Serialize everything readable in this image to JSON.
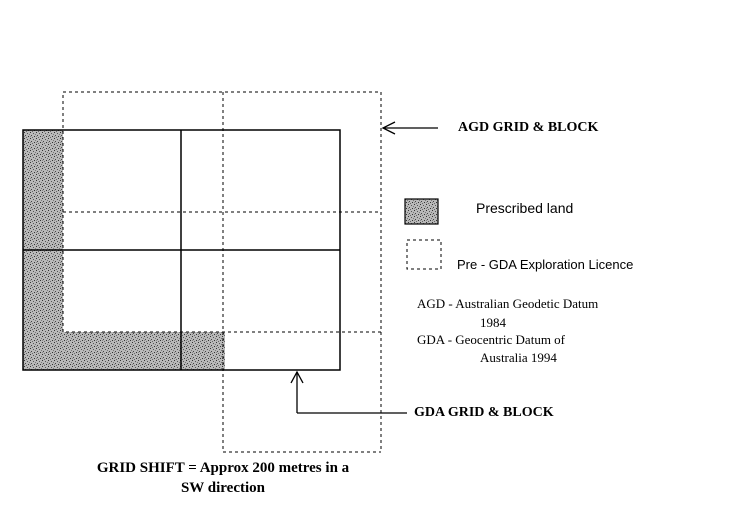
{
  "labels": {
    "agd_grid_block": "AGD GRID & BLOCK",
    "gda_grid_block": "GDA GRID & BLOCK",
    "grid_shift_line1": "GRID SHIFT = Approx 200 metres in a",
    "grid_shift_line2": "SW direction"
  },
  "legend": {
    "prescribed_land": "Prescribed land",
    "pre_gda_licence": "Pre - GDA Exploration Licence"
  },
  "definitions": {
    "agd_line1": "AGD - Australian Geodetic Datum",
    "agd_line2": "1984",
    "gda_line1": "GDA - Geocentric Datum of",
    "gda_line2": "Australia 1994"
  },
  "colors": {
    "line": "#000000",
    "prescribed_fill": "#a9a9a9"
  }
}
